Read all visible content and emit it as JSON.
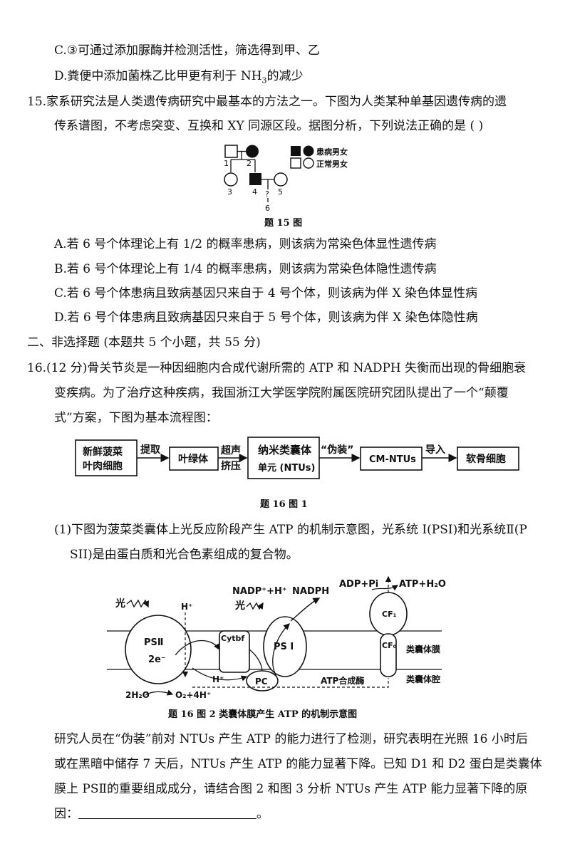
{
  "q14": {
    "optC": "C.③可通过添加脲酶并检测活性，筛选得到甲、乙",
    "optD_pre": "D.粪便中添加菌株乙比甲更有利于 NH",
    "optD_sub": "3",
    "optD_post": "的减少"
  },
  "q15": {
    "stem1": "15.家系研究法是人类遗传病研究中最基本的方法之一。下图为人类某种单基因遗传病的遗",
    "stem2": "传系谱图，不考虑突变、互换和 XY 同源区段。据图分析，下列说法正确的是 (    )",
    "pedigree": {
      "labels": [
        "1",
        "2",
        "3",
        "4",
        "5",
        "6"
      ],
      "unknown": "?",
      "legend_affected": "患病男女",
      "legend_normal": "正常男女"
    },
    "caption": "题 15 图",
    "options": [
      "A.若 6 号个体理论上有 1/2 的概率患病，则该病为常染色体显性遗传病",
      "B.若 6 号个体理论上有 1/4 的概率患病，则该病为常染色体隐性遗传病",
      "C.若 6 号个体患病且致病基因只来自于 4 号个体，则该病为伴 X 染色体显性病",
      "D.若 6 号个体患病且致病基因只来自于 5 号个体，则该病为伴 X 染色体隐性病"
    ]
  },
  "section2": "二、非选择题 (本题共 5 个小题，共 55 分)",
  "q16": {
    "stem1": "16.(12 分)骨关节炎是一种因细胞内合成代谢所需的 ATP 和 NADPH 失衡而出现的骨细胞衰",
    "stem2": "变疾病。为了治疗这种疾病，我国浙江大学医学院附属医院研究团队提出了一个“颠覆",
    "stem3": "式”方案，下图为基本流程图：",
    "flow": {
      "box1_line1": "新鲜菠菜",
      "box1_line2": "叶肉细胞",
      "arrow1": "提取",
      "box2": "叶绿体",
      "arrow2_line1": "超声",
      "arrow2_line2": "挤压",
      "box3_line1": "纳米类囊体",
      "box3_line2": "单元 (NTUs)",
      "arrow3": "“伪装”",
      "box4": "CM-NTUs",
      "arrow4": "导入",
      "box5": "软骨细胞"
    },
    "caption1": "题 16 图 1",
    "sub1_line1": "(1)下图为菠菜类囊体上光反应阶段产生 ATP 的机制示意图，光系统 I(PSI)和光系统Ⅱ(P",
    "sub1_line2": "SII)是由蛋白质和光合色素组成的复合物。",
    "mech": {
      "light1": "光",
      "light2": "光",
      "hplus_top": "H⁺",
      "hplus_mid": "H⁺",
      "psii": "PSⅡ",
      "e2": "2e⁻",
      "cytbf": "Cytbf",
      "psi": "PS Ⅰ",
      "pc": "PC",
      "nadp": "NADP⁺+H⁺",
      "nadph": "NADPH",
      "adp": "ADP+Pi",
      "atp": "ATP+H₂O",
      "cf1": "CF₁",
      "cf0": "CF₀",
      "h2o": "2H₂O",
      "o2": "O₂+4H⁺",
      "atp_synthase": "ATP合成酶",
      "membrane": "类囊体膜",
      "lumen": "类囊体腔"
    },
    "caption2": "题 16 图 2    类囊体膜产生 ATP 的机制示意图",
    "body1": "研究人员在“伪装”前对 NTUs 产生 ATP 的能力进行了检测，研究表明在光照 16 小时后",
    "body2": "或在黑暗中储存 7 天后，NTUs 产生 ATP 的能力显著下降。已知 D1 和 D2 蛋白是类囊体",
    "body3": "膜上 PSⅡ的重要组成成分，请结合图 2 和图 3 分析 NTUs 产生 ATP 能力显著下降的原",
    "body4_pre": "因：",
    "body4_post": "。"
  }
}
